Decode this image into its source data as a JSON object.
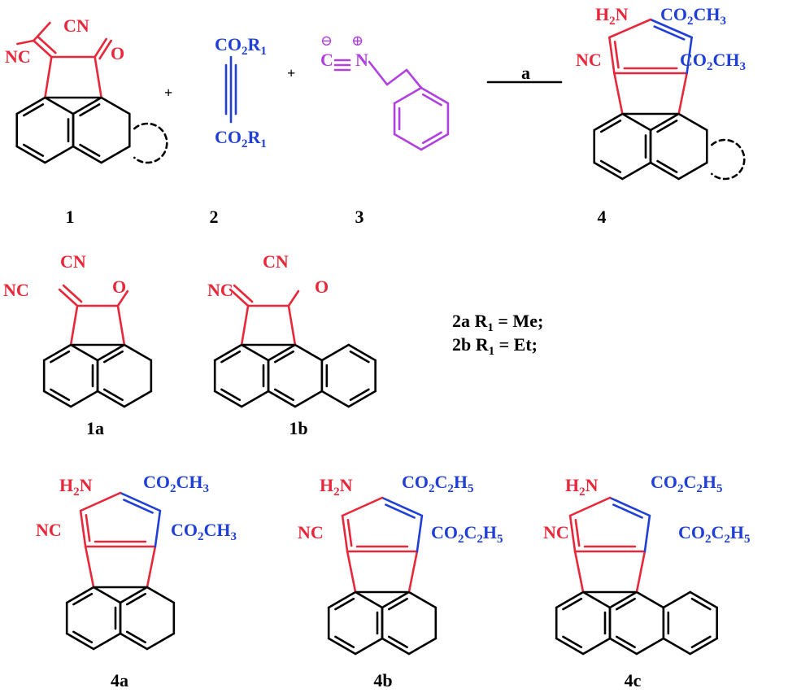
{
  "compounds": {
    "c1": "1",
    "c2": "2",
    "c3": "3",
    "c4": "4",
    "c1a": "1a",
    "c1b": "1b",
    "c4a": "4a",
    "c4b": "4b",
    "c4c": "4c"
  },
  "groups": {
    "cn": "CN",
    "nc": "NC",
    "o": "O",
    "co2_prefix": "CO",
    "r1": "R",
    "sub2": "2",
    "sub1": "1",
    "h2n_h": "H",
    "h2n_n": "N",
    "ch3": "CH",
    "sub3": "3",
    "c2h5_c": "C",
    "c2h5_h": "H",
    "sub5": "5",
    "isocyanide_c": "C",
    "isocyanide_n": "N",
    "minus": "⊖",
    "plus": "⊕",
    "plus_sign": "+"
  },
  "reaction": {
    "condition": "a"
  },
  "r_groups": {
    "line1": "2a R",
    "line1_tail": " = Me;",
    "line2": "2b R",
    "line2_tail": " = Et;"
  },
  "colors": {
    "red": "#e8283a",
    "blue": "#1f3fd6",
    "magenta": "#b040e0",
    "black": "#000000"
  }
}
